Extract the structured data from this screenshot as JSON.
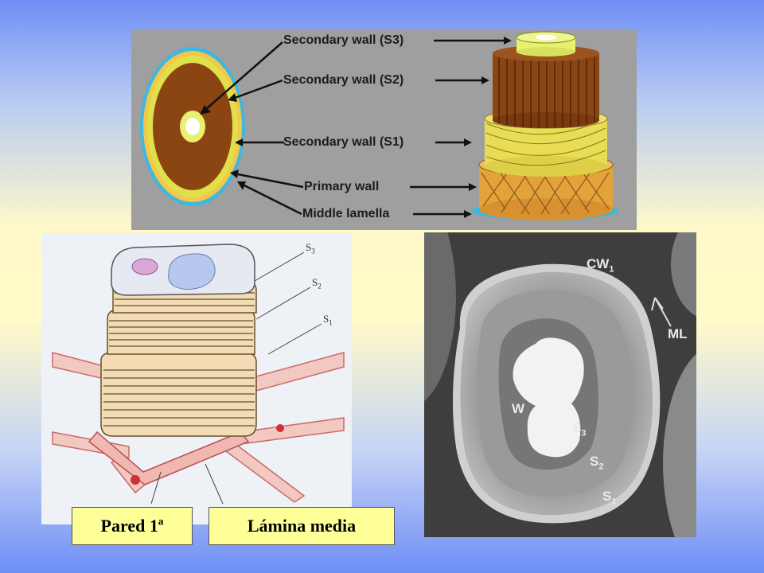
{
  "top_diagram": {
    "labels": {
      "s3": "Secondary wall (S3)",
      "s2": "Secondary wall (S2)",
      "s1": "Secondary wall (S1)",
      "primary": "Primary wall",
      "lamella": "Middle lamella"
    },
    "colors": {
      "s2": "#8b4513",
      "s1": "#e8e34a",
      "primary": "#f2c84b",
      "lamella": "#3fb7df"
    }
  },
  "cell_diagram": {
    "labels": {
      "s3": "S",
      "s3_sub": "3",
      "s2": "S",
      "s2_sub": "2",
      "s1": "S",
      "s1_sub": "1"
    }
  },
  "micrograph": {
    "labels": {
      "cw": "CW",
      "cw_sub": "1",
      "ml": "ML",
      "w": "W",
      "s3": "S",
      "s3_sub": "3",
      "s2": "S",
      "s2_sub": "2",
      "s1": "S",
      "s1_sub": "1"
    }
  },
  "captions": {
    "primary_wall": "Pared 1ª",
    "middle_lamella": "Lámina media"
  }
}
